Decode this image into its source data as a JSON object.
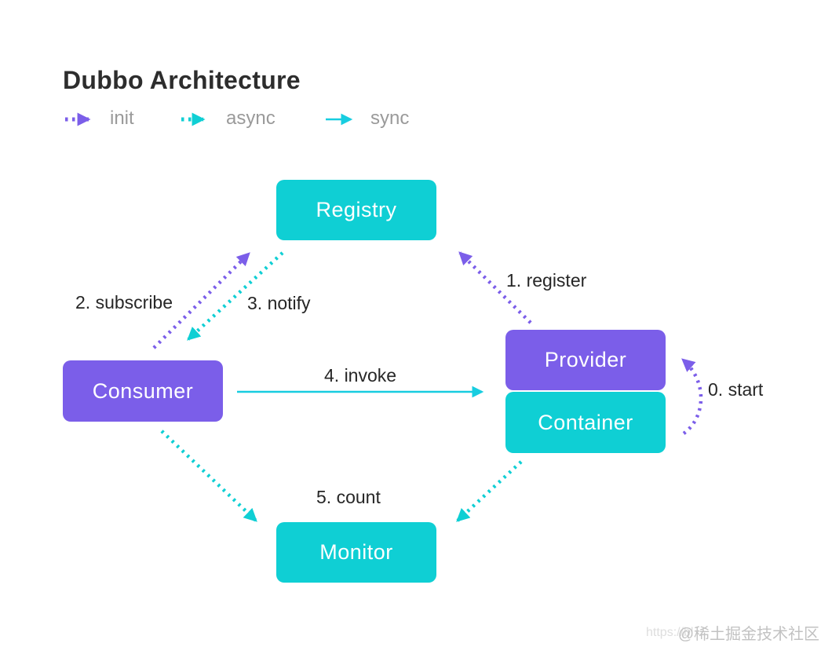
{
  "title": "Dubbo Architecture",
  "colors": {
    "init": "#7b5ee9",
    "async": "#0fcfd4",
    "sync": "#17cde0",
    "node_purple": "#7b5ee9",
    "node_cyan": "#0fcfd4"
  },
  "legend": {
    "init": {
      "label": "init",
      "type": "init"
    },
    "async": {
      "label": "async",
      "type": "async"
    },
    "sync": {
      "label": "sync",
      "type": "sync"
    }
  },
  "nodes": {
    "registry": {
      "label": "Registry",
      "color": "#0fcfd4"
    },
    "consumer": {
      "label": "Consumer",
      "color": "#7b5ee9"
    },
    "provider": {
      "label": "Provider",
      "color": "#7b5ee9"
    },
    "container": {
      "label": "Container",
      "color": "#0fcfd4"
    },
    "monitor": {
      "label": "Monitor",
      "color": "#0fcfd4"
    }
  },
  "edges": {
    "start": {
      "label": "0. start",
      "type": "init",
      "from": "container",
      "to": "provider"
    },
    "register": {
      "label": "1. register",
      "type": "init",
      "from": "provider",
      "to": "registry"
    },
    "subscribe": {
      "label": "2. subscribe",
      "type": "init",
      "from": "consumer",
      "to": "registry"
    },
    "notify": {
      "label": "3. notify",
      "type": "async",
      "from": "registry",
      "to": "consumer"
    },
    "invoke": {
      "label": "4. invoke",
      "type": "sync",
      "from": "consumer",
      "to": "provider"
    },
    "count": {
      "label": "5. count",
      "type": "async",
      "from": "consumer",
      "to": "monitor"
    }
  },
  "watermark": {
    "url_text": "https://bl",
    "community_text": "@稀土掘金技术社区"
  }
}
